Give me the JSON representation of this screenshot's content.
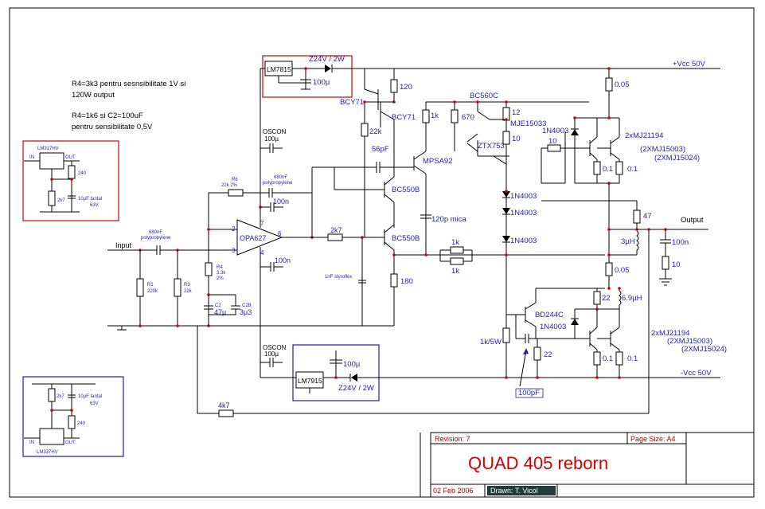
{
  "notes": {
    "line1": "R4=3k3 pentru sesnsibilitate 1V si",
    "line2": "120W output",
    "line3": "R4=1k6 si C2=100uF",
    "line4": "pentru sensibilitate 0,5V"
  },
  "supply": {
    "pos": "+Vcc 50V",
    "neg": "-Vcc 50V",
    "reg_pos": "LM7815",
    "reg_neg": "LM7915",
    "zener_pos": "Z24V / 2W",
    "zener_neg": "Z24V / 2W",
    "cap_pos": "100µ",
    "cap_neg": "100µ",
    "oscon_top": "OSCON",
    "oscon_top_val": "100µ",
    "oscon_bot": "OSCON",
    "oscon_bot_val": "100µ"
  },
  "lm317": {
    "name": "LM317HV",
    "in": "IN",
    "out": "OUT",
    "r_top": "240",
    "r_bot": "2k7",
    "cap": "10µF tantal",
    "cap_v": "63V"
  },
  "lm337": {
    "name": "LM337HV",
    "in": "IN",
    "out": "OUT",
    "r_top": "2k7",
    "r_bot": "240",
    "cap": "10µF tantal",
    "cap_v": "63V"
  },
  "input_stage": {
    "input": "Input",
    "cin": "680nF",
    "cin_type": "polypropylene",
    "r1": "R1",
    "r1_val": "220k",
    "r3": "R3",
    "r3_val": "22k",
    "r6": "R6",
    "r6_val": "22k 2%",
    "cf": "680nF",
    "cf_type": "polypropylene",
    "opamp": "OPA627",
    "pin2": "2",
    "pin3": "3",
    "pin7": "7",
    "pin4": "4",
    "pin6": "6",
    "c100n_a": "100n",
    "c100n_b": "100n",
    "r4": "R4",
    "r4_val": "3.3k",
    "r4_tol": "2%",
    "c2": "C2",
    "c2_val": "47µ",
    "c2b": "C2B",
    "c2b_val": "3µ3",
    "r2k7": "2k7",
    "styroflex": "1nF styroflex",
    "r4k7": "4k7"
  },
  "vas": {
    "bcy71_a": "BCY71",
    "bcy71_b": "BCY71",
    "r120": "120",
    "r22k": "22k",
    "c56p": "56pF",
    "mpsa92": "MPSA92",
    "bc550b_a": "BC550B",
    "bc550b_b": "BC550B",
    "r180": "180",
    "c120p": "120p mica",
    "r1k_a": "1k",
    "r1k_b": "1k",
    "r1k_c": "1k",
    "bc560c": "BC560C",
    "r670": "670",
    "ztx753": "ZTX753",
    "r12": "12",
    "mje15033": "MJE15033",
    "r10_a": "10",
    "d1": "1N4003",
    "d2": "1N4003",
    "d3": "1N4003",
    "d4": "1N4003",
    "d5": "1N4003",
    "bd244c": "BD244C",
    "r1k5w": "1k/5W",
    "c100pf": "100pF",
    "r22_a": "22",
    "r22_b": "22"
  },
  "output_stage": {
    "r10_b": "10",
    "mj_top": "2xMJ21194",
    "mj_top_alt1": "(2XMJ15003)",
    "mj_top_alt2": "(2XMJ15024)",
    "r01_a": "0.1",
    "r01_b": "0.1",
    "r005_a": "0.05",
    "r005_b": "0.05",
    "r47": "47",
    "l3u": "3µH",
    "output": "Output",
    "c100n_out": "100n",
    "r10_out": "10",
    "l69": "6.9µH",
    "mj_bot": "2xMJ21194",
    "mj_bot_alt1": "(2XMJ15003)",
    "mj_bot_alt2": "(2XMJ15024)",
    "r01_c": "0.1",
    "r01_d": "0.1"
  },
  "title_block": {
    "revision": "Revision: 7",
    "page_size": "Page Size: A4",
    "title": "QUAD 405 reborn",
    "date": "02 Feb 2006",
    "drawn": "Drawn: T. Vicol"
  }
}
